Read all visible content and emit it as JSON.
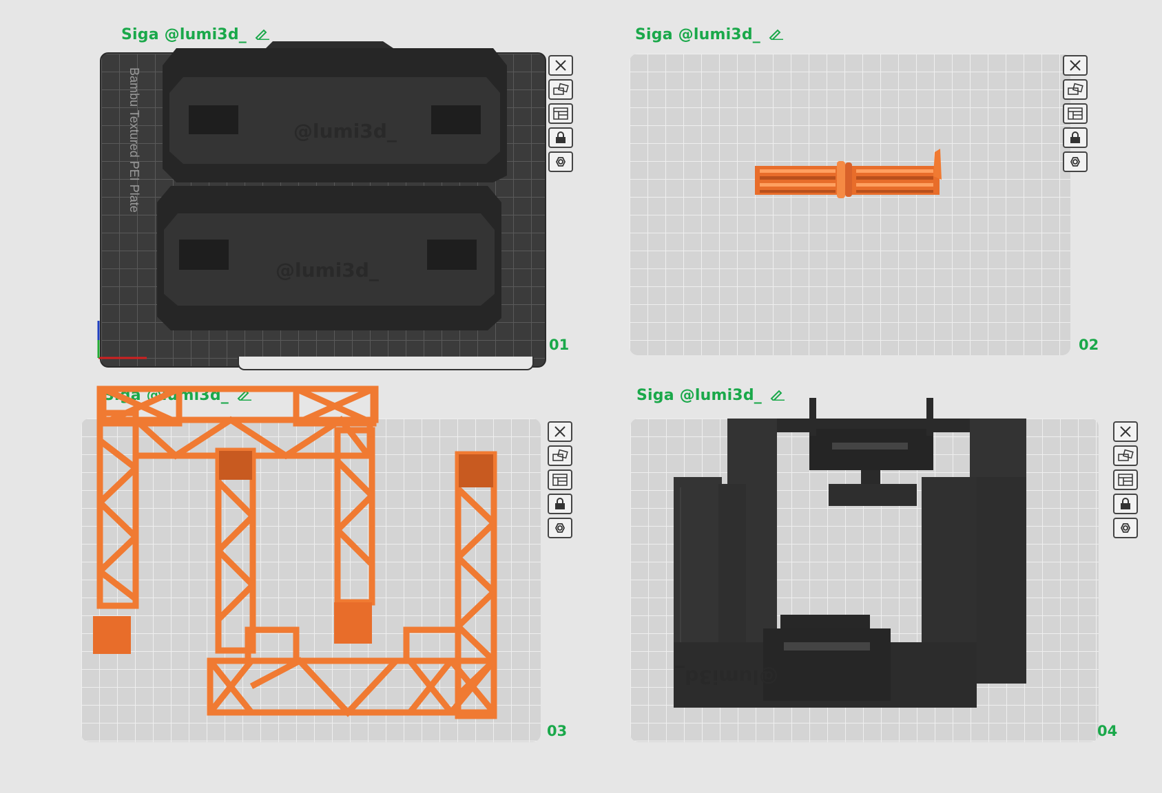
{
  "watermark": "Siga @lumi3d_",
  "plates": [
    {
      "number": "01",
      "plate_type": "Bambu Textured PEI Plate",
      "emboss": [
        "@lumi3d_",
        "@lumi3d_"
      ],
      "color": "#2f2f2f"
    },
    {
      "number": "02",
      "color": "#f07a32"
    },
    {
      "number": "03",
      "color": "#f07a32"
    },
    {
      "number": "04",
      "emboss": [
        "@lumi3d_"
      ],
      "color": "#2f2f2f"
    }
  ],
  "toolbar_icons": [
    "close-icon",
    "auto-arrange-icon",
    "layout-icon",
    "lock-icon",
    "settings-icon"
  ],
  "accent_color": "#1aa84a"
}
